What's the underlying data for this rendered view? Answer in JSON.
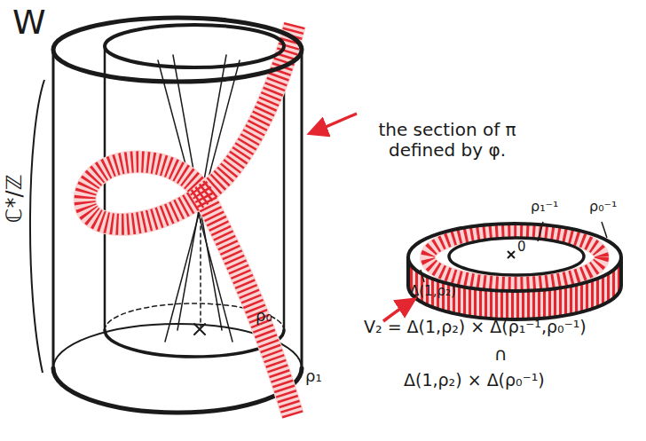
{
  "diagram": {
    "labels": [
      "W",
      "ℂ*/ℤ",
      "the section of π defined by φ.",
      "ρ₀",
      "ρ₁",
      "Δ(1,ρ₂)",
      "ρ₁⁻¹",
      "ρ₀⁻¹",
      "0",
      "V₂ = Δ(1,ρ₂) × Δ(ρ₁⁻¹,ρ₀⁻¹)",
      "∩",
      "Δ(1,ρ₂) × Δ(ρ₀⁻¹)"
    ]
  }
}
